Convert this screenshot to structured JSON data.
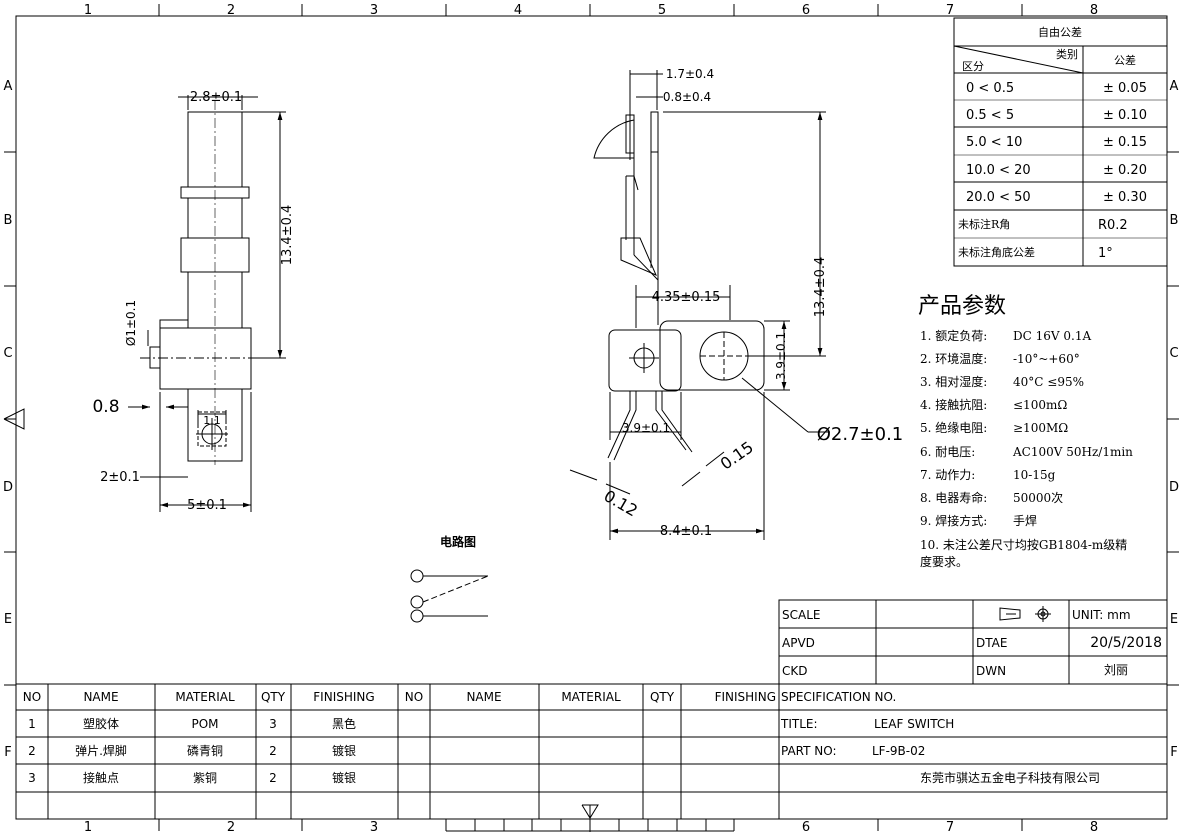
{
  "frame": {
    "columns": [
      "1",
      "2",
      "3",
      "4",
      "5",
      "6",
      "7",
      "8"
    ],
    "rows": [
      "A",
      "B",
      "C",
      "D",
      "E",
      "F"
    ]
  },
  "tolerance_table": {
    "title": "自由公差",
    "header_category": "类别",
    "header_zone": "区分",
    "header_tol": "公差",
    "rows": [
      {
        "range": "0   < 0.5",
        "tol": "± 0.05"
      },
      {
        "range": "0.5   < 5",
        "tol": "± 0.10"
      },
      {
        "range": "5.0   < 10",
        "tol": "± 0.15"
      },
      {
        "range": "10.0  < 20",
        "tol": "± 0.20"
      },
      {
        "range": "20.0  < 50",
        "tol": "± 0.30"
      },
      {
        "range": "未标注R角",
        "tol": "R0.2"
      },
      {
        "range": "未标注角底公差",
        "tol": "1°"
      }
    ]
  },
  "params": {
    "title": "产品参数",
    "items": [
      {
        "label": "1. 额定负荷:",
        "value": "DC 16V 0.1A"
      },
      {
        "label": "2. 环境温度:",
        "value": "-10°~+60°"
      },
      {
        "label": "3. 相对湿度:",
        "value": "40°C ≤95%"
      },
      {
        "label": "4. 接触抗阻:",
        "value": "≤100mΩ"
      },
      {
        "label": "5. 绝缘电阻:",
        "value": "≥100MΩ"
      },
      {
        "label": "6. 耐电压:",
        "value": "AC100V 50Hz/1min"
      },
      {
        "label": "7. 动作力:",
        "value": "10-15g"
      },
      {
        "label": "8. 电器寿命:",
        "value": "50000次"
      },
      {
        "label": "9. 焊接方式:",
        "value": "手焊"
      }
    ],
    "note_line1": "10. 未注公差尺寸均按GB1804-m级精",
    "note_line2": "度要求。"
  },
  "dimensions": {
    "left_top_width": "2.8±0.1",
    "left_height": "13.4±0.4",
    "left_pin_dia": "Ø1±0.1",
    "left_08": "0.8",
    "left_11": "1.1",
    "left_2": "2±0.1",
    "left_5": "5±0.1",
    "right_17": "1.7±0.4",
    "right_08": "0.8±0.4",
    "right_435": "4.35±0.15",
    "right_134": "13.4±0.4",
    "right_39v": "3.9±0.1",
    "right_39h": "3.9±0.1",
    "right_dia": "Ø2.7±0.1",
    "right_015": "0.15",
    "right_012": "0.12",
    "right_84": "8.4±0.1"
  },
  "circuit": {
    "title": "电路图"
  },
  "title_block": {
    "scale_label": "SCALE",
    "unit": "UNIT: mm",
    "apvd_label": "APVD",
    "date_label": "DTAE",
    "date_value": "20/5/2018",
    "ckd_label": "CKD",
    "dwn_label": "DWN",
    "dwn_value": "刘丽",
    "spec_label": "SPECIFICATION NO.",
    "title_label": "TITLE:",
    "title_value": "LEAF SWITCH",
    "part_label": "PART NO:",
    "part_value": "LF-9B-02",
    "company": "东莞市骐达五金电子科技有限公司"
  },
  "bom": {
    "headers": [
      "NO",
      "NAME",
      "MATERIAL",
      "QTY",
      "FINISHING",
      "NO",
      "NAME",
      "MATERIAL",
      "QTY",
      "FINISHING"
    ],
    "rows": [
      {
        "no": "1",
        "name": "塑胶体",
        "material": "POM",
        "qty": "3",
        "finishing": "黑色"
      },
      {
        "no": "2",
        "name": "弹片.焊脚",
        "material": "磷青铜",
        "qty": "2",
        "finishing": "镀银"
      },
      {
        "no": "3",
        "name": "接触点",
        "material": "紫铜",
        "qty": "2",
        "finishing": "镀银"
      }
    ]
  }
}
